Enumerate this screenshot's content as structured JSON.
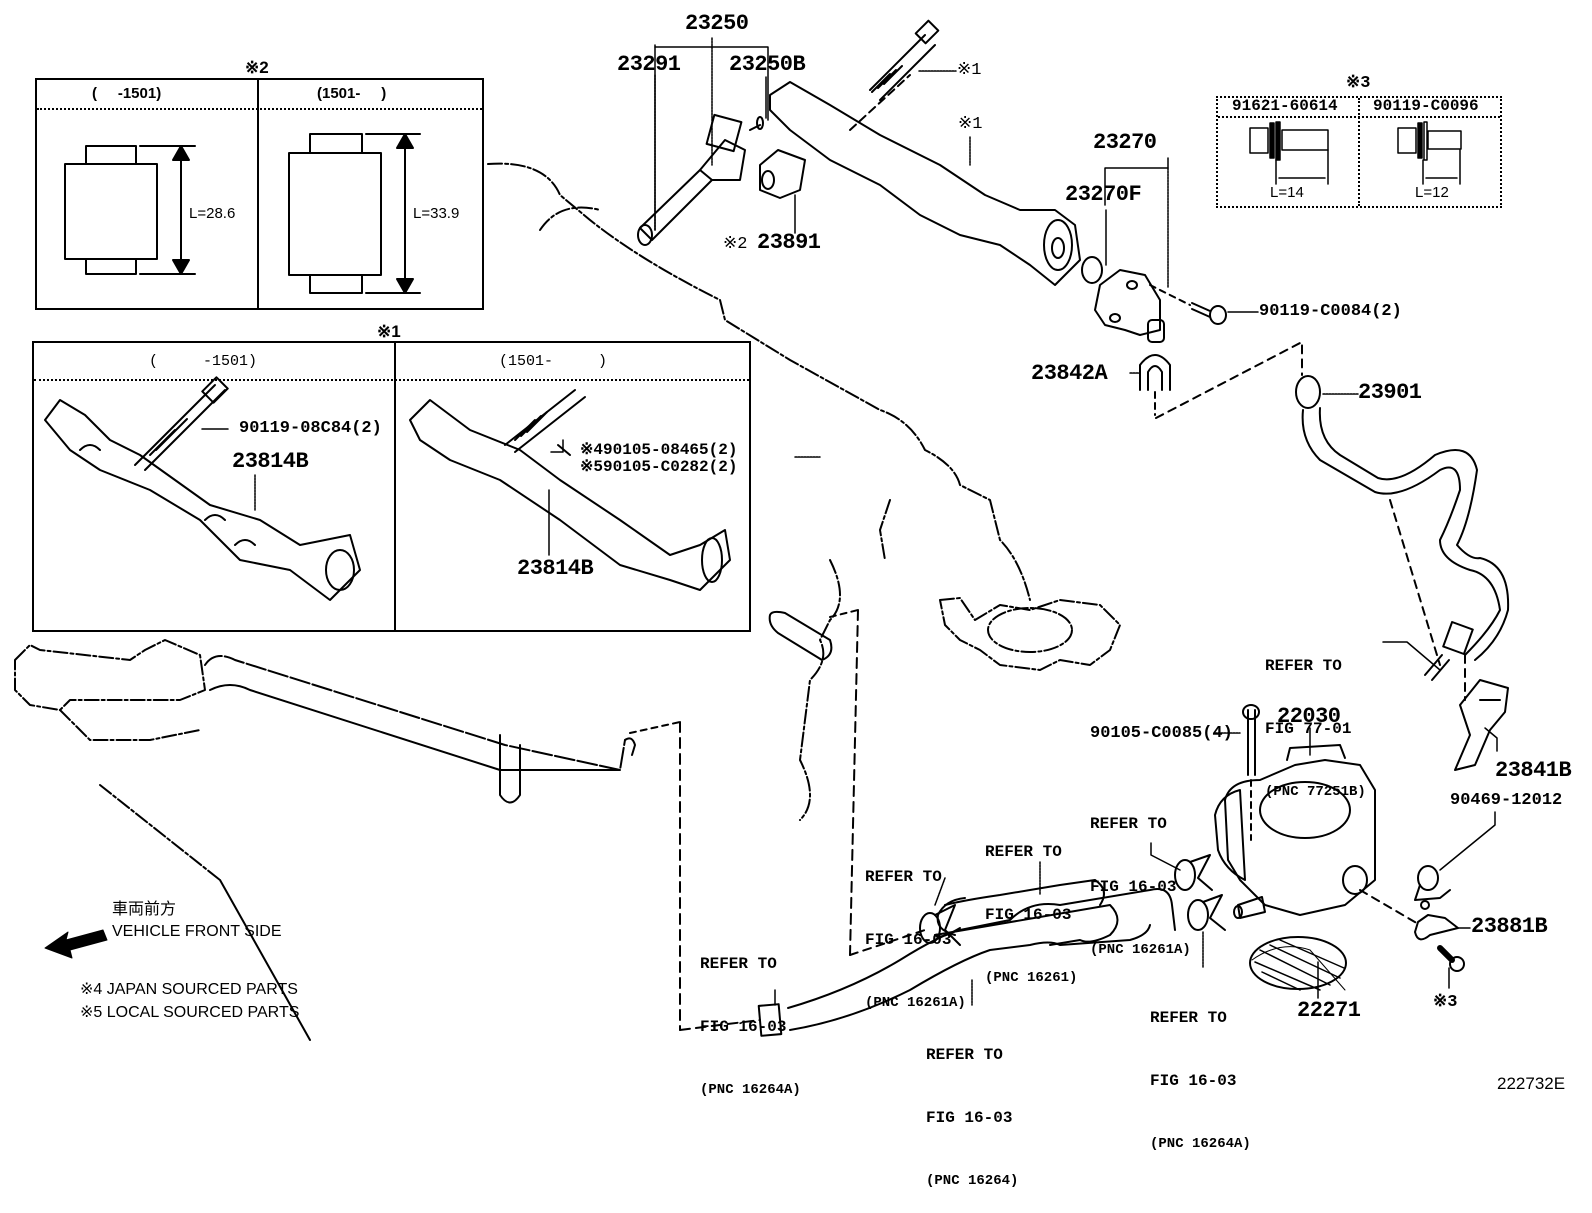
{
  "diagram_id": "222732E",
  "callouts": {
    "inset_injector_spacer": {
      "marker": "※2",
      "columns": [
        {
          "range": "(     -1501)",
          "dimension": "L=28.6"
        },
        {
          "range": "(1501-     )",
          "dimension": "L=33.9"
        }
      ]
    },
    "inset_delivery_pipe": {
      "marker": "※1",
      "columns": [
        {
          "range": "(     -1501)",
          "bolt": "90119-08C84(2)",
          "part": "23814B"
        },
        {
          "range": "(1501-     )",
          "bolt_lines": [
            "※490105-08465(2)",
            "※590105-C0282(2)"
          ],
          "part": "23814B"
        }
      ]
    },
    "inset_bolts": {
      "marker": "※3",
      "columns": [
        {
          "part": "91621-60614",
          "dimension": "L=14"
        },
        {
          "part": "90119-C0096",
          "dimension": "L=12"
        }
      ]
    }
  },
  "part_labels": {
    "p23250": "23250",
    "p23291": "23291",
    "p23250B": "23250B",
    "p23891": "23891",
    "p23891_marker": "※2",
    "bolt_marker_1": "※1",
    "pipe_marker_1": "※1",
    "p23270": "23270",
    "p23270F": "23270F",
    "p90119_C0084": "90119-C0084(2)",
    "p23842A": "23842A",
    "p23901": "23901",
    "p22030": "22030",
    "p90105_C0085": "90105-C0085(4)",
    "p23841B": "23841B",
    "p90469_12012": "90469-12012",
    "p23881B": "23881B",
    "p22271": "22271",
    "bolt_marker_3": "※3"
  },
  "references": [
    {
      "line1": "REFER TO",
      "line2": "FIG 77-01",
      "line3": "(PNC 77251B)"
    },
    {
      "line1": "REFER TO",
      "line2": "FIG 16-03",
      "line3": "(PNC 16261A)"
    },
    {
      "line1": "REFER TO",
      "line2": "FIG 16-03",
      "line3": "(PNC 16261)"
    },
    {
      "line1": "REFER TO",
      "line2": "FIG 16-03",
      "line3": "(PNC 16261A)"
    },
    {
      "line1": "REFER TO",
      "line2": "FIG 16-03",
      "line3": "(PNC 16264A)"
    },
    {
      "line1": "REFER TO",
      "line2": "FIG 16-03",
      "line3": "(PNC 16264)"
    },
    {
      "line1": "REFER TO",
      "line2": "FIG 16-03",
      "line3": "(PNC 16264A)"
    }
  ],
  "legend": {
    "direction_jp": "車両前方",
    "direction_en": "VEHICLE FRONT SIDE",
    "notes": [
      "※4 JAPAN SOURCED PARTS",
      "※5 LOCAL SOURCED PARTS"
    ]
  }
}
